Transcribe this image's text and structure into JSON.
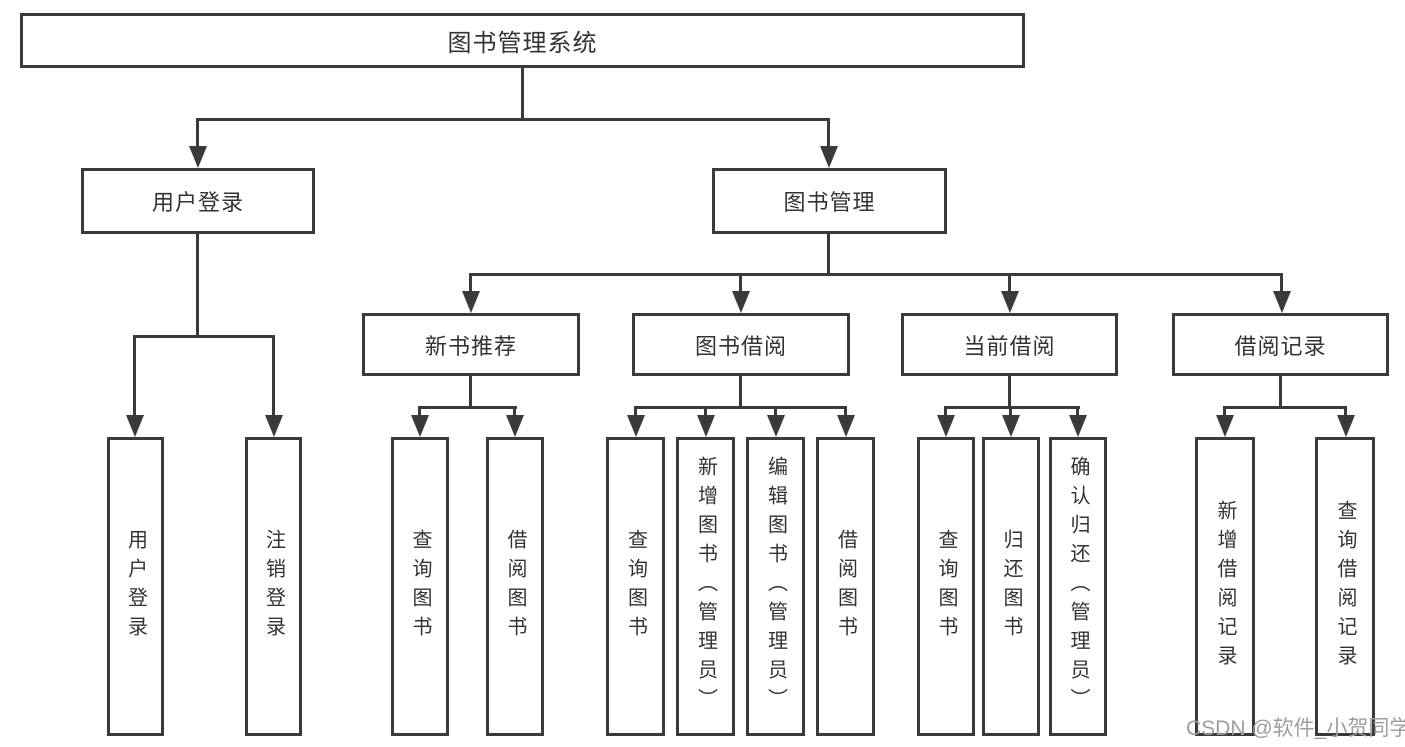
{
  "tree": {
    "root": "图书管理系统",
    "user_login": {
      "label": "用户登录",
      "children": [
        "用户登录",
        "注销登录"
      ]
    },
    "book_management": {
      "label": "图书管理",
      "sections": {
        "new_book_recommend": {
          "label": "新书推荐",
          "children": [
            "查询图书",
            "借阅图书"
          ]
        },
        "book_borrowing": {
          "label": "图书借阅",
          "children": [
            "查询图书",
            "新增图书（管理员）",
            "编辑图书（管理员）",
            "借阅图书"
          ]
        },
        "current_borrowing": {
          "label": "当前借阅",
          "children": [
            "查询图书",
            "归还图书",
            "确认归还（管理员）"
          ]
        },
        "borrowing_records": {
          "label": "借阅记录",
          "children": [
            "新增借阅记录",
            "查询借阅记录"
          ]
        }
      }
    }
  },
  "colors": {
    "line": "#3a3a3a",
    "text": "#333333",
    "watermark": "#9e9e9e"
  },
  "watermark": "CSDN @软件_小贺同学"
}
